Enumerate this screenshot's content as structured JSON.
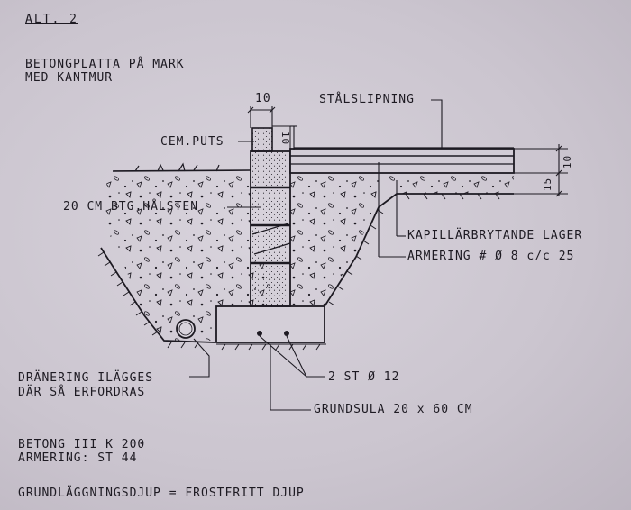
{
  "header": {
    "alt": "ALT. 2",
    "title_line1": "BETONGPLATTA PÅ MARK",
    "title_line2": "MED KANTMUR"
  },
  "dimensions": {
    "wall_width": "10",
    "top_thickness": "10",
    "right_a": "10",
    "right_b": "15"
  },
  "labels": {
    "steel": "STÅLSLIPNING",
    "cem_puts": "CEM.PUTS",
    "block": "20 CM BTG.HÅLSTEN",
    "capillary": "KAPILLÄRBRYTANDE LAGER",
    "armering_slab": "ARMERING # Ø 8 c/c 25",
    "drain_line1": "DRÄNERING ILÄGGES",
    "drain_line2": "DÄR SÅ ERFORDRAS",
    "rebar": "2 ST Ø 12",
    "footing": "GRUNDSULA 20 x 60 CM"
  },
  "notes": {
    "concrete": "BETONG III K 200",
    "reinforcement": "ARMERING: ST 44",
    "depth": "GRUNDLÄGGNINGSDJUP = FROSTFRITT DJUP"
  },
  "colors": {
    "paper": "#cfc9d2",
    "ink": "#1d1a22"
  }
}
